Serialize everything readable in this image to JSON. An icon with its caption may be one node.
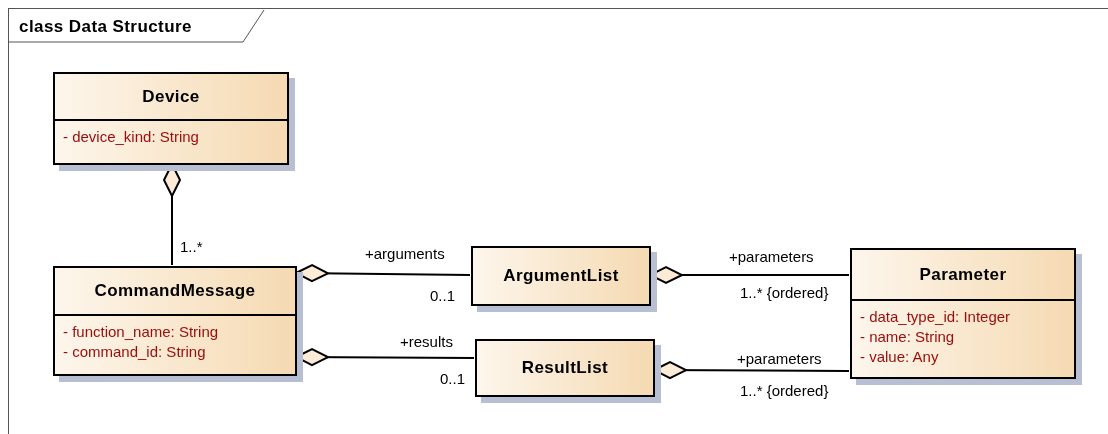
{
  "diagram": {
    "nodes": [
      {
        "text": [
          "class Data Structure"
        ]
      },
      {
        "text": [
          "Device",
          "- device_kind: String"
        ],
        "in": 0
      },
      {
        "text": [
          "CommandMessage",
          "- function_name: String",
          "- command_id: String"
        ],
        "in": 0
      },
      {
        "text": [
          "ArgumentList"
        ],
        "in": 0
      },
      {
        "text": [
          "ResultList"
        ],
        "in": 0
      },
      {
        "text": [
          "Parameter",
          "- data_type_id: Integer",
          "- name: String",
          "- value: Any"
        ],
        "in": 0
      }
    ],
    "edges": [
      {
        "from": 2,
        "to": 1,
        "arrow": "other"
      },
      {
        "from": 3,
        "to": 2,
        "arrow": "other"
      },
      {
        "from": 4,
        "to": 2,
        "arrow": "other"
      },
      {
        "from": 5,
        "to": 3,
        "arrow": "other"
      },
      {
        "from": 5,
        "to": 4,
        "arrow": "other"
      }
    ],
    "labels": [
      "1..*",
      "+arguments",
      "+parameters",
      "0..1",
      "1..* {ordered}",
      "+results",
      "+parameters",
      "0..1",
      "1..* {ordered}"
    ]
  }
}
